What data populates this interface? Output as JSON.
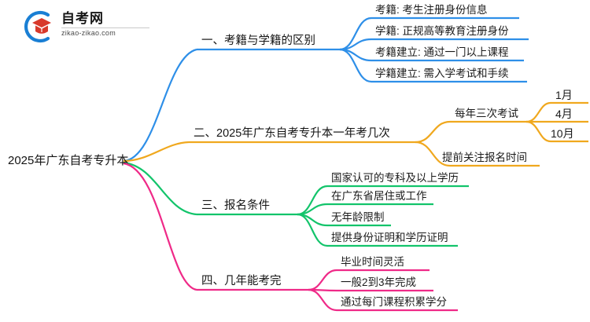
{
  "logo": {
    "name_cn": "自考网",
    "url": "zikao-zikao.com",
    "mark_icon": "graduation-cap-icon",
    "arc_color": "#1a7fd4",
    "cap_color": "#d8392b"
  },
  "mindmap": {
    "type": "mindmap",
    "root": {
      "label": "2025年广东自考专升本"
    },
    "branches": [
      {
        "label": "一、考籍与学籍的区别",
        "color": "#2e8fe8",
        "children": [
          {
            "label": "考籍: 考生注册身份信息"
          },
          {
            "label": "学籍: 正规高等教育注册身份"
          },
          {
            "label": "考籍建立: 通过一门以上课程"
          },
          {
            "label": "学籍建立: 需入学考试和手续"
          }
        ]
      },
      {
        "label": "二、2025年广东自考专升本一年考几次",
        "color": "#f0a81e",
        "children": [
          {
            "label": "每年三次考试",
            "children": [
              {
                "label": "1月"
              },
              {
                "label": "4月"
              },
              {
                "label": "10月"
              }
            ]
          },
          {
            "label": "提前关注报名时间"
          }
        ]
      },
      {
        "label": "三、报名条件",
        "color": "#13c46b",
        "children": [
          {
            "label": "国家认可的专科及以上学历"
          },
          {
            "label": "在广东省居住或工作"
          },
          {
            "label": "无年龄限制"
          },
          {
            "label": "提供身份证明和学历证明"
          }
        ]
      },
      {
        "label": "四、几年能考完",
        "color": "#ef2a88",
        "children": [
          {
            "label": "毕业时间灵活"
          },
          {
            "label": "一般2到3年完成"
          },
          {
            "label": "通过每门课程积累学分"
          }
        ]
      }
    ]
  }
}
